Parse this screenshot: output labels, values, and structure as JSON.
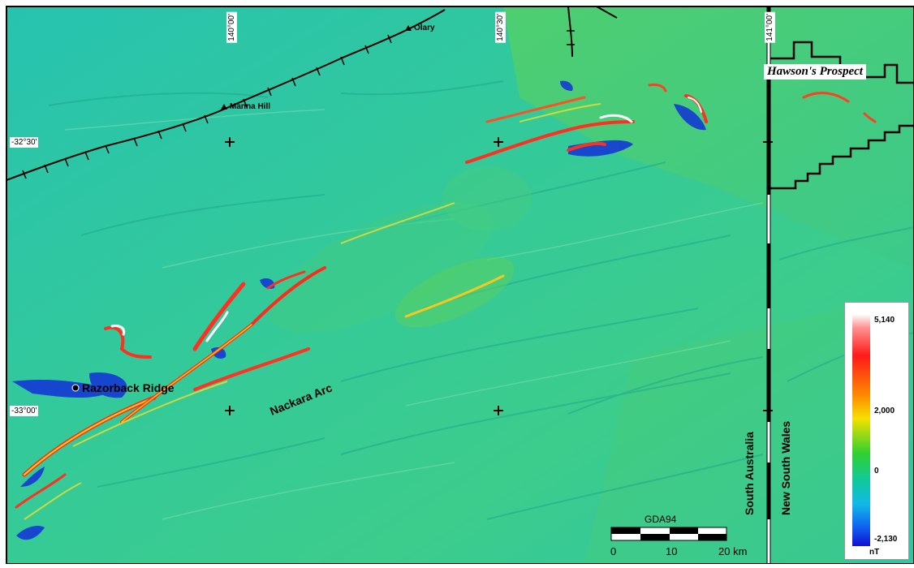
{
  "map": {
    "coordinates": {
      "lon": [
        "140°00'",
        "140°30'",
        "141°00'"
      ],
      "lat": [
        "-32°30'",
        "-33°00'"
      ]
    },
    "places": {
      "olary": "Olary",
      "manna_hill": "Manna Hill",
      "razorback": "Razorback Ridge",
      "nackara": "Nackara Arc",
      "hawson": "Hawson's Prospect"
    },
    "states": {
      "south_australia": "South Australia",
      "new_south_wales": "New South Wales"
    },
    "scalebar": {
      "datum": "GDA94",
      "labels": [
        "0",
        "10",
        "20 km"
      ]
    },
    "legend": {
      "max": "5,140",
      "mid": "2,000",
      "zero": "0",
      "min": "-2,130",
      "unit": "nT"
    },
    "colors": {
      "background": "#2fc7a0",
      "high": "#ff1a1a",
      "low": "#1018d0",
      "border_line": "#000000"
    }
  }
}
